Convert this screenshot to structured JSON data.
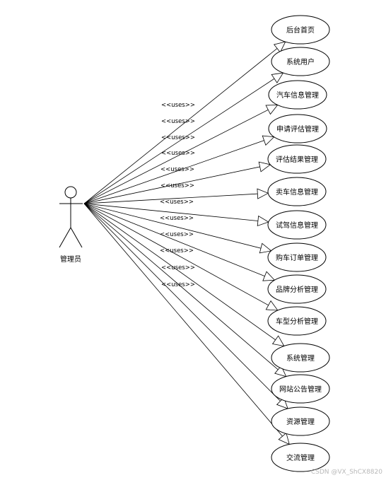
{
  "actor": {
    "label": "管理员"
  },
  "relation_label": "<<uses>>",
  "use_cases": [
    {
      "label": "后台首页",
      "has_uses_label": false
    },
    {
      "label": "系统用户",
      "has_uses_label": false
    },
    {
      "label": "汽车信息管理",
      "has_uses_label": true
    },
    {
      "label": "申请评估管理",
      "has_uses_label": true
    },
    {
      "label": "评估结果管理",
      "has_uses_label": true
    },
    {
      "label": "卖车信息管理",
      "has_uses_label": true
    },
    {
      "label": "试驾信息管理",
      "has_uses_label": true
    },
    {
      "label": "购车订单管理",
      "has_uses_label": true
    },
    {
      "label": "品牌分析管理",
      "has_uses_label": true
    },
    {
      "label": "车型分析管理",
      "has_uses_label": true
    },
    {
      "label": "系统管理",
      "has_uses_label": true
    },
    {
      "label": "网站公告管理",
      "has_uses_label": true
    },
    {
      "label": "资源管理",
      "has_uses_label": true
    },
    {
      "label": "交流管理",
      "has_uses_label": true
    }
  ],
  "watermark": "CSDN @VX_ShCX8820"
}
